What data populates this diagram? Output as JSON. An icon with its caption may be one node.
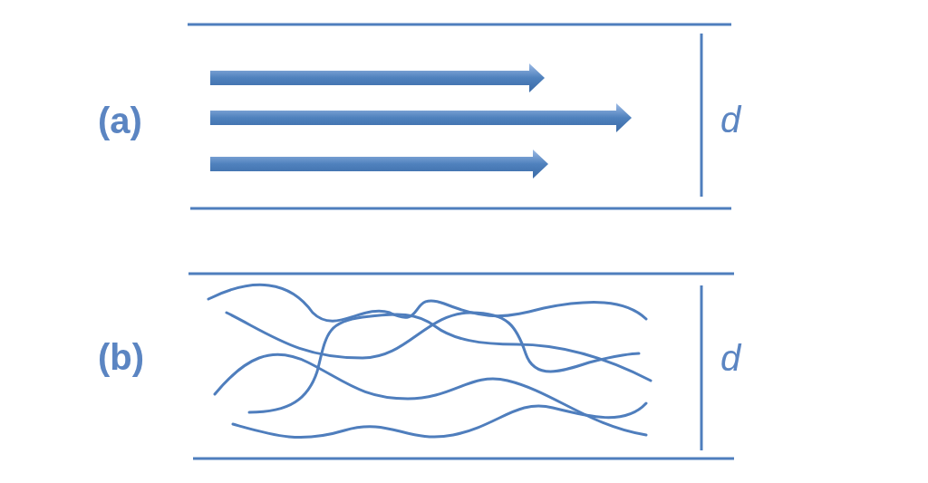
{
  "diagram": {
    "labels": [
      "(a)",
      "d",
      "(b)",
      "d"
    ]
  }
}
